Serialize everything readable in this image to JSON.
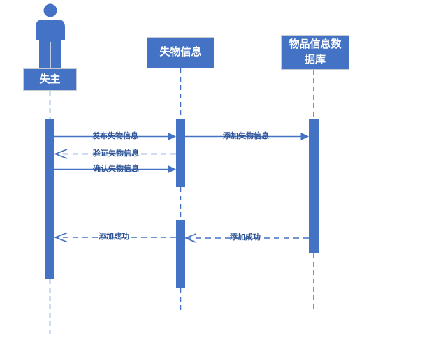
{
  "diagram": {
    "type": "uml-sequence-diagram",
    "participants": [
      {
        "id": "owner",
        "kind": "actor",
        "label": "失主"
      },
      {
        "id": "lost-item-info",
        "kind": "object",
        "label": "失物信息"
      },
      {
        "id": "item-info-db",
        "kind": "object",
        "label": "物品信息数据库"
      }
    ],
    "messages": [
      {
        "from": "失主",
        "to": "失物信息",
        "label": "发布失物信息",
        "line": "solid",
        "arrow": "filled"
      },
      {
        "from": "失物信息",
        "to": "物品信息数据库",
        "label": "添加失物信息",
        "line": "solid",
        "arrow": "filled"
      },
      {
        "from": "失物信息",
        "to": "失主",
        "label": "验证失物信息",
        "line": "dashed",
        "arrow": "open"
      },
      {
        "from": "失主",
        "to": "失物信息",
        "label": "确认失物信息",
        "line": "solid",
        "arrow": "filled"
      },
      {
        "from": "物品信息数据库",
        "to": "失物信息",
        "label": "添加成功",
        "line": "dashed",
        "arrow": "open"
      },
      {
        "from": "失物信息",
        "to": "失主",
        "label": "添加成功",
        "line": "dashed",
        "arrow": "open"
      }
    ],
    "colors": {
      "shape_fill": "#4472C4",
      "line": "#4472C4",
      "message_text": "#2F5496",
      "head_text": "#FFFFFF",
      "head_border": "#C7CBD3",
      "background": "#FFFFFF"
    }
  }
}
